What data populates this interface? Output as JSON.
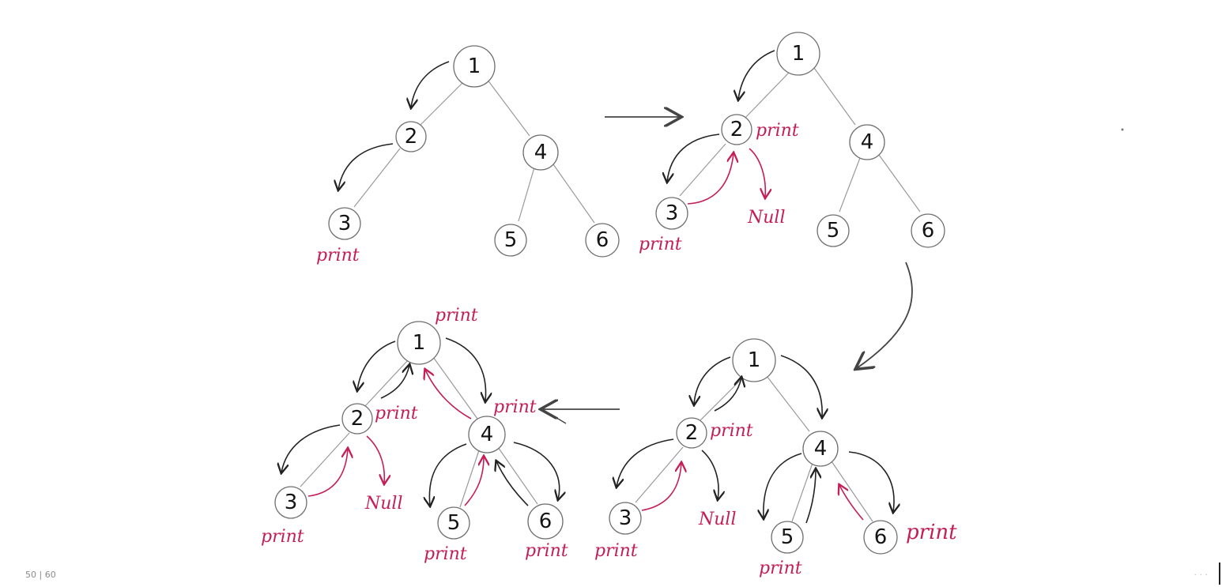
{
  "diagram": {
    "panels": [
      {
        "id": "panel-1",
        "nodes": [
          {
            "label": "1"
          },
          {
            "label": "2"
          },
          {
            "label": "4"
          },
          {
            "label": "3"
          },
          {
            "label": "5"
          },
          {
            "label": "6"
          }
        ],
        "annotations": [
          "print"
        ]
      },
      {
        "id": "panel-2",
        "nodes": [
          {
            "label": "1"
          },
          {
            "label": "2"
          },
          {
            "label": "4"
          },
          {
            "label": "3"
          },
          {
            "label": "5"
          },
          {
            "label": "6"
          }
        ],
        "annotations": [
          "print",
          "print",
          "Null"
        ]
      },
      {
        "id": "panel-3",
        "nodes": [
          {
            "label": "1"
          },
          {
            "label": "2"
          },
          {
            "label": "4"
          },
          {
            "label": "3"
          },
          {
            "label": "5"
          },
          {
            "label": "6"
          }
        ],
        "annotations": [
          "print",
          "Null",
          "print",
          "print"
        ]
      },
      {
        "id": "panel-4",
        "nodes": [
          {
            "label": "1"
          },
          {
            "label": "2"
          },
          {
            "label": "4"
          },
          {
            "label": "3"
          },
          {
            "label": "5"
          },
          {
            "label": "6"
          }
        ],
        "annotations": [
          "print",
          "print",
          "print",
          "Null",
          "print",
          "print",
          "print"
        ]
      }
    ],
    "colors": {
      "annotation": "#c41e55",
      "traversal_arrow": "#222222",
      "edge": "#9a9a9a"
    }
  },
  "footer": {
    "page_counter": "50 | 60",
    "right_text": "· · ·"
  }
}
